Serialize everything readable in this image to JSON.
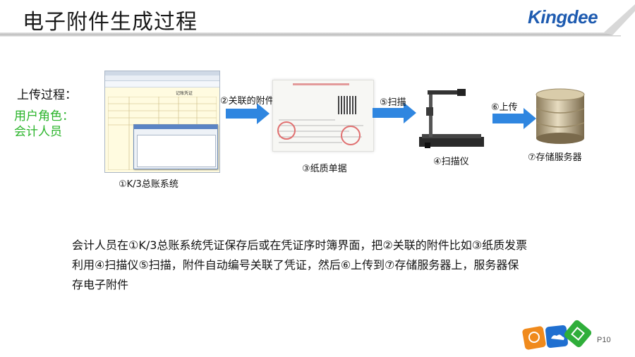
{
  "header": {
    "title": "电子附件生成过程",
    "brand": "Kingdee"
  },
  "left": {
    "process_label": "上传过程：",
    "role_lines": [
      "用户角色：",
      "会计人员"
    ]
  },
  "software": {
    "voucher_title": "记账凭证",
    "caption": "①K/3总账系统"
  },
  "steps": {
    "arrow1": "②关联的附件",
    "arrow2": "⑤扫描",
    "arrow3": "⑥上传"
  },
  "captions": {
    "paper": "③纸质单据",
    "scanner": "④扫描仪",
    "server": "⑦存储服务器"
  },
  "description": {
    "lines": [
      "会计人员在①K/3总账系统凭证保存后或在凭证序时簿界面，把②关联的附件比如③纸质发票",
      "利用④扫描仪⑤扫描，附件自动编号关联了凭证，然后⑥上传到⑦存储服务器上，服务器保",
      "存电子附件"
    ]
  },
  "footer": {
    "page": "P10"
  },
  "colors": {
    "arrow": "#2f86e0",
    "role": "#2ab42a",
    "brand": "#1e5bb0"
  }
}
